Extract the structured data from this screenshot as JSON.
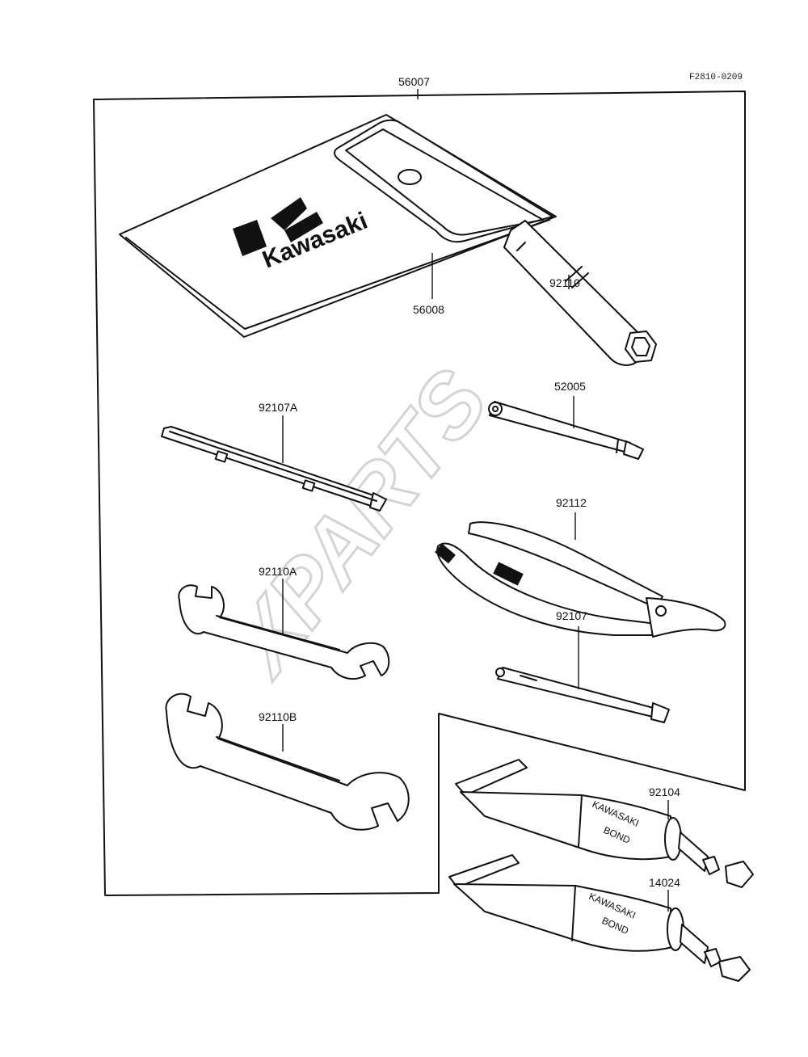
{
  "figure_code": "F2810-0209",
  "watermark": "XPARTS",
  "kit_label": "56007",
  "pouch": {
    "label": "56008",
    "logo_text": "Kawasaki"
  },
  "parts": {
    "plug_wrench": "92110",
    "handle": "52005",
    "screwdriver_long": "92107A",
    "pliers": "92112",
    "wrench_a": "92110A",
    "screwdriver_short": "92107",
    "wrench_b": "92110B",
    "bond_a": "92104",
    "bond_b": "14024"
  },
  "tube_text": {
    "line1": "KAWASAKI",
    "line2": "BOND"
  }
}
